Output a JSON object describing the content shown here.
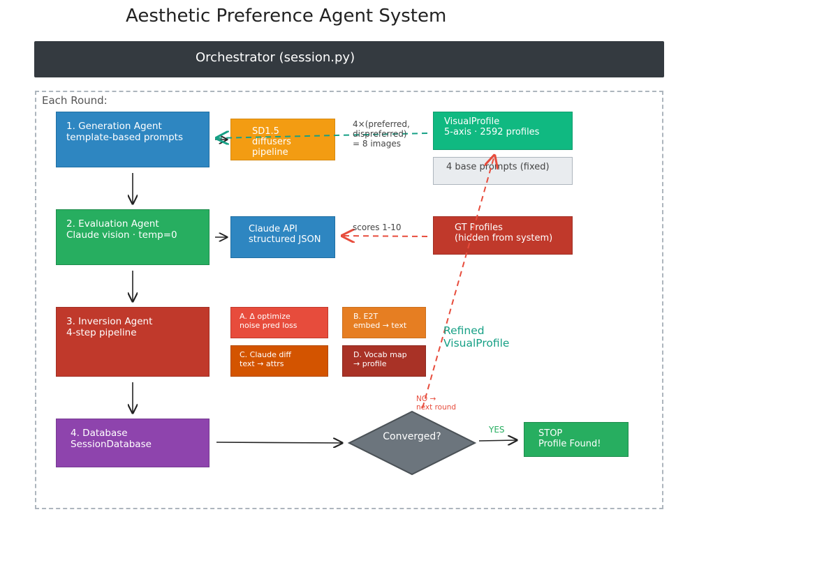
{
  "title": "Aesthetic Preference Agent System",
  "orchestrator": {
    "label": "Orchestrator (session.py)",
    "color": "#343a40"
  },
  "round": {
    "label": "Each Round:"
  },
  "agents": {
    "generation": {
      "label": "1. Generation Agent\ntemplate-based prompts",
      "color": "#2e86c1"
    },
    "evaluation": {
      "label": "2. Evaluation Agent\nClaude vision · temp=0",
      "color": "#27ae60"
    },
    "inversion": {
      "label": "3. Inversion Agent\n4-step pipeline",
      "color": "#c0392b"
    },
    "database": {
      "label": "4. Database\nSessionDatabase",
      "color": "#8e44ad"
    }
  },
  "tools": {
    "sd15": {
      "label": "SD1.5\ndiffusers pipeline",
      "color": "#f39c12"
    },
    "claude_api": {
      "label": "Claude API\nstructured JSON",
      "color": "#2e86c1"
    },
    "visual_profile": {
      "label": "VisualProfile\n5-axis · 2592 profiles",
      "color": "#10b981"
    },
    "base_prompts": {
      "label": "4 base prompts (fixed)",
      "color": "#e9ecef"
    },
    "gt_profiles": {
      "label": "GT Profiles\n(hidden from system)",
      "color": "#c0392b"
    }
  },
  "inversion_steps": {
    "a": {
      "label": "A. Δ optimize\nnoise pred loss",
      "color": "#e74c3c"
    },
    "b": {
      "label": "B. E2T\nembed → text",
      "color": "#e67e22"
    },
    "c": {
      "label": "C. Claude diff\ntext → attrs",
      "color": "#d35400"
    },
    "d": {
      "label": "D. Vocab map\n→ profile",
      "color": "#a93226"
    }
  },
  "annotations": {
    "images": "4×(preferred,\ndispreferred)\n= 8 images",
    "scores": "scores 1-10",
    "refined": "Refined\nVisualProfile",
    "no_next": "NO →\nnext round",
    "yes": "YES"
  },
  "decision": {
    "label": "Converged?",
    "color": "#6c757d"
  },
  "stop": {
    "label": "STOP\nProfile Found!",
    "color": "#27ae60"
  },
  "colors": {
    "green_accent": "#16a085",
    "red_dashed": "#e74c3c",
    "arrow": "#222222"
  }
}
